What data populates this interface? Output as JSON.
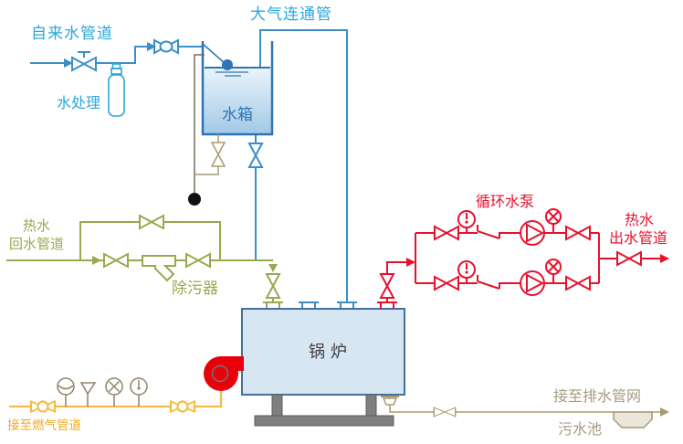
{
  "labels": {
    "tap_water_pipe": "自来水管道",
    "water_treatment": "水处理",
    "atmospheric_pipe": "大气连通管",
    "water_tank": "水箱",
    "hot_water_return_l1": "热水",
    "hot_water_return_l2": "回水管道",
    "strainer": "除污器",
    "circulating_pump": "循环水泵",
    "hot_water_outlet_l1": "热水",
    "hot_water_outlet_l2": "出水管道",
    "boiler": "锅炉",
    "gas_pipe_connection": "接至燃气管道",
    "drain_network": "接至排水管网",
    "sewage_pool": "污水池"
  },
  "colors": {
    "cyan": "#2AA7DC",
    "pipe_blue": "#3A8FC7",
    "tank_blue": "#2E74B5",
    "olive": "#9AA84F",
    "red": "#E8112D",
    "yellow": "#F5BC45",
    "yellow_text": "#F0A92C",
    "tan": "#A89C70",
    "instrument": "#8F8268",
    "dark_gray": "#74705E",
    "burner_red": "#E8000B",
    "boiler_fill": "#D7E6F3",
    "boiler_stroke": "#41719C",
    "structure_gray": "#7F7F7F",
    "water_top": "#EAF4FB",
    "water_bottom": "#A3C9E6",
    "black": "#111111"
  }
}
